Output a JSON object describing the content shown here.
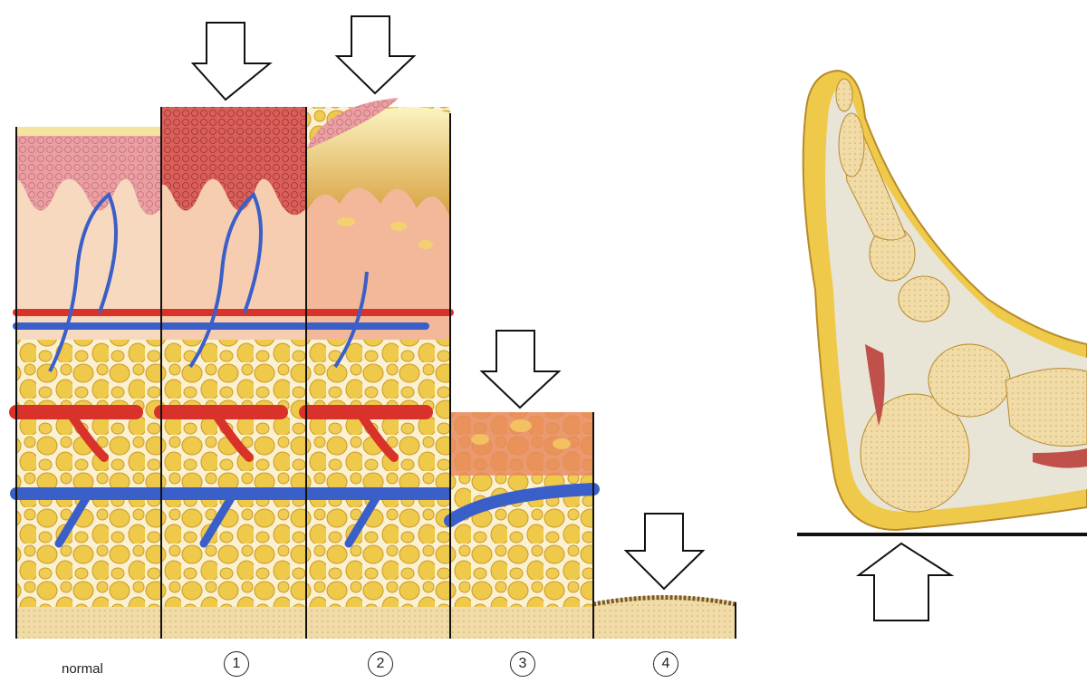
{
  "labels": {
    "normal": "normal",
    "stage1": "1",
    "stage2": "2",
    "stage3": "3",
    "stage4": "4"
  },
  "colors": {
    "fat": "#efc94a",
    "artery": "#d8322a",
    "vein": "#3a5fc8",
    "epidermis": "#e9a0a4",
    "dermis": "#f6d9bf",
    "bone": "#f1dba6"
  }
}
